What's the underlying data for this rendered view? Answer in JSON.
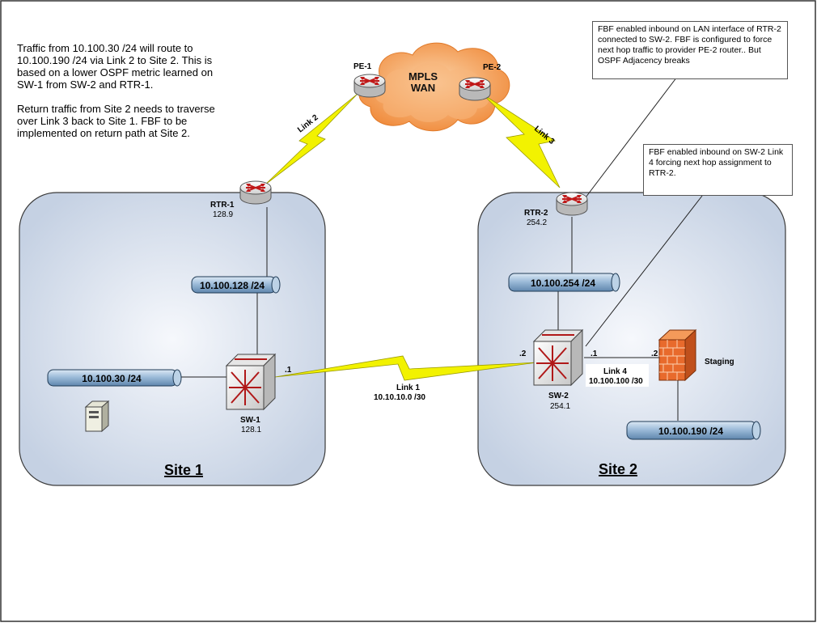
{
  "notes": {
    "paragraph1": "Traffic from 10.100.30 /24 will route to 10.100.190 /24 via Link 2 to Site 2. This is based on a lower OSPF metric learned on SW-1 from SW-2 and RTR-1.",
    "paragraph2": "Return traffic from Site 2 needs to traverse over Link 3 back to Site 1. FBF to be implemented on return path at Site 2."
  },
  "callouts": {
    "rtr2_fbf": "FBF enabled inbound on LAN interface of RTR-2 connected to SW-2. FBF is configured to force next hop traffic to provider PE-2 router.. But OSPF Adjacency breaks",
    "sw2_fbf": "FBF enabled inbound on SW-2 Link 4 forcing next hop assignment to RTR-2."
  },
  "cloud": {
    "line1": "MPLS",
    "line2": "WAN"
  },
  "devices": {
    "pe1": {
      "name": "PE-1"
    },
    "pe2": {
      "name": "PE-2"
    },
    "rtr1": {
      "name": "RTR-1",
      "addr": "128.9"
    },
    "rtr2": {
      "name": "RTR-2",
      "addr": "254.2"
    },
    "sw1": {
      "name": "SW-1",
      "addr": "128.1"
    },
    "sw2": {
      "name": "SW-2",
      "addr": "254.1"
    },
    "firewall": {
      "name": "Staging"
    }
  },
  "networks": {
    "n128": "10.100.128 /24",
    "n30": "10.100.30 /24",
    "n254": "10.100.254 /24",
    "n190": "10.100.190 /24"
  },
  "links": {
    "link1": {
      "name": "Link 1",
      "subnet": "10.10.10.0 /30",
      "left_ip": ".1",
      "right_ip": ".2"
    },
    "link2": {
      "name": "Link 2"
    },
    "link3": {
      "name": "Link 3"
    },
    "link4": {
      "name": "Link 4",
      "subnet": "10.100.100 /30",
      "left_ip": ".1",
      "right_ip": ".2"
    }
  },
  "sites": {
    "site1": "Site 1",
    "site2": "Site 2"
  },
  "colors": {
    "site_fill": "#d2dbe8",
    "pipe": "#9dbcd9",
    "bolt": "#f2f200",
    "cloud": "#f6a35a",
    "firewall": "#e86a2c"
  }
}
